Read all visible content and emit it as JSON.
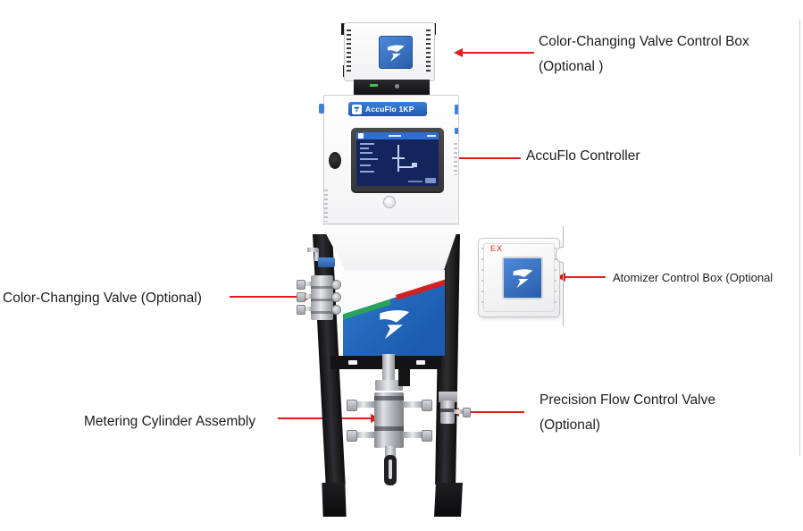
{
  "annotations": {
    "control_box": {
      "lines": [
        "Color-Changing Valve Control Box",
        "(Optional )"
      ]
    },
    "controller": {
      "lines": [
        "AccuFlo Controller"
      ]
    },
    "atomizer": {
      "lines": [
        "Atomizer Control Box (Optional"
      ]
    },
    "valve": {
      "lines": [
        "Color-Changing Valve (Optional)"
      ]
    },
    "metering": {
      "lines": [
        "Metering Cylinder Assembly"
      ]
    },
    "flow_valve": {
      "lines": [
        "Precision Flow Control Valve",
        "(Optional)"
      ]
    }
  },
  "machine": {
    "badge_text": "AccuFlo 1KP",
    "atomizer_ex_label": "EX"
  },
  "icons": {
    "brand_logo": "brand-logo-icon"
  },
  "colors": {
    "arrow_red": "#e21d1d",
    "label_text": "#1d1d1f",
    "brand_blue": "#3b82d8",
    "panel_blue": "#2268bb",
    "stripe_green": "#27a35b",
    "stripe_red": "#d02127",
    "screen_navy": "#14245c",
    "ex_red": "#e46464"
  }
}
